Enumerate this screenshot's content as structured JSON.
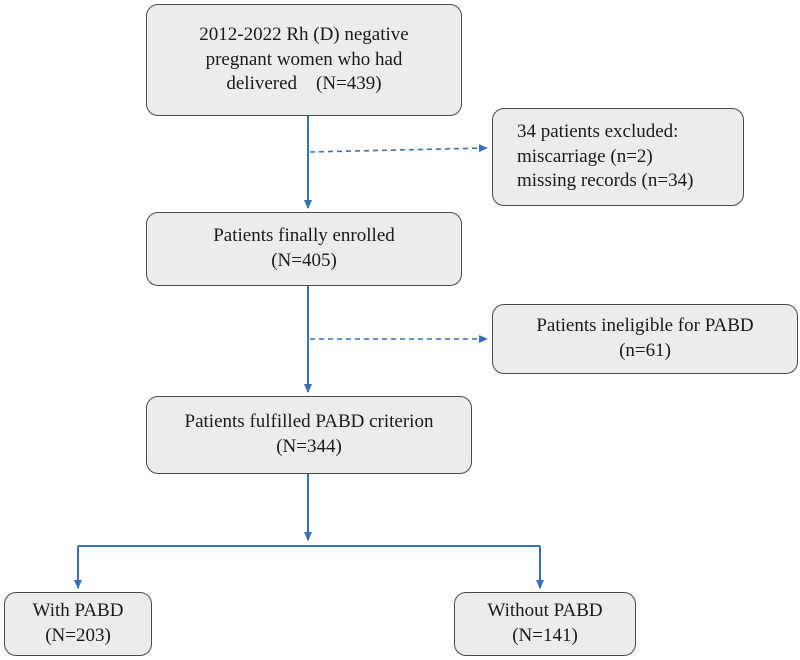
{
  "nodes": {
    "start": {
      "lines": [
        "2012-2022 Rh (D) negative",
        "pregnant women who had",
        "delivered　(N=439)"
      ]
    },
    "excluded": {
      "lines": [
        "34 patients excluded:",
        "miscarriage (n=2)",
        "missing records (n=34)"
      ]
    },
    "enrolled": {
      "lines": [
        "Patients finally enrolled",
        "(N=405)"
      ]
    },
    "ineligible": {
      "lines": [
        "Patients ineligible for PABD",
        "(n=61)"
      ]
    },
    "fulfilled": {
      "lines": [
        "Patients fulfilled PABD criterion",
        "(N=344)"
      ]
    },
    "with_pabd": {
      "lines": [
        "With PABD",
        "(N=203)"
      ]
    },
    "without_pabd": {
      "lines": [
        "Without PABD",
        "(N=141)"
      ]
    }
  },
  "colors": {
    "arrow": "#3a6fb8",
    "box_fill": "#ececec",
    "box_border": "#4a4a4a"
  }
}
